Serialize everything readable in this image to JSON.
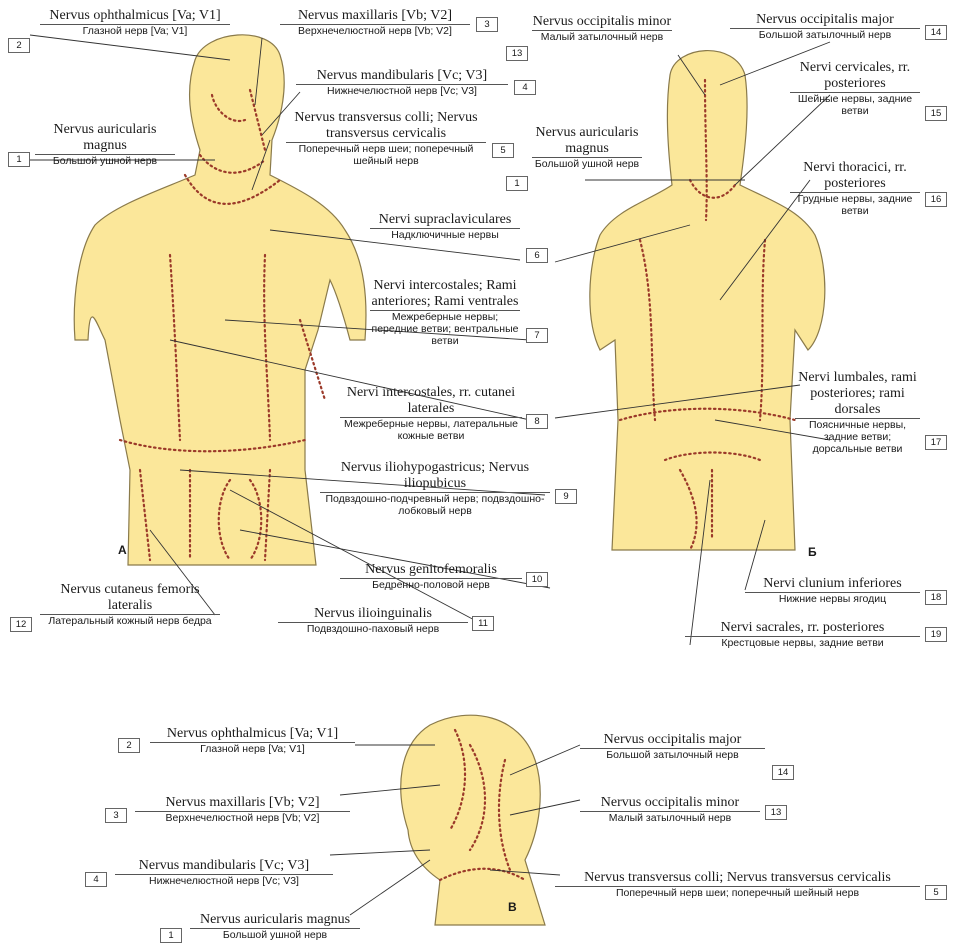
{
  "figure_letters": {
    "a": "А",
    "b": "Б",
    "c": "В"
  },
  "numbers": {
    "n1": "1",
    "n2": "2",
    "n3": "3",
    "n4": "4",
    "n5": "5",
    "n6": "6",
    "n7": "7",
    "n8": "8",
    "n9": "9",
    "n10": "10",
    "n11": "11",
    "n12": "12",
    "n13": "13",
    "n14": "14",
    "n15": "15",
    "n16": "16",
    "n17": "17",
    "n18": "18",
    "n19": "19"
  },
  "labels": {
    "ophth_lat": "Nervus ophthalmicus [Va; V1]",
    "ophth_rus": "Глазной нерв [Va; V1]",
    "maxil_lat": "Nervus maxillaris [Vb; V2]",
    "maxil_rus": "Верхнечелюстной нерв [Vb; V2]",
    "mand_lat": "Nervus mandibularis [Vc; V3]",
    "mand_rus": "Нижнечелюстной нерв [Vc; V3]",
    "auric_lat": "Nervus auricularis magnus",
    "auric_rus": "Большой ушной нерв",
    "transv_lat": "Nervus transversus colli; Nervus transversus cervicalis",
    "transv_rus": "Поперечный нерв шеи; поперечный шейный нерв",
    "supra_lat": "Nervi supraclaviculares",
    "supra_rus": "Надключичные нервы",
    "intant_lat": "Nervi intercostales; Rami anteriores; Rami ventrales",
    "intant_rus": "Межреберные нервы; передние ветви; вентральные ветви",
    "intlat_lat": "Nervi intercostales, rr. cutanei laterales",
    "intlat_rus": "Межреберные нервы, латеральные кожные ветви",
    "ilio_lat": "Nervus iliohypogastricus; Nervus iliopubicus",
    "ilio_rus": "Подвздошно-подчревный нерв; подвздошно-лобковый нерв",
    "genito_lat": "Nervus genitofemoralis",
    "genito_rus": "Бедренно-половой нерв",
    "ilioing_lat": "Nervus ilioinguinalis",
    "ilioing_rus": "Подвздошно-паховый нерв",
    "cutfem_lat": "Nervus cutaneus femoris lateralis",
    "cutfem_rus": "Латеральный кожный нерв бедра",
    "occmin_lat": "Nervus occipitalis minor",
    "occmin_rus": "Малый затылочный нерв",
    "occmaj_lat": "Nervus occipitalis major",
    "occmaj_rus": "Большой затылочный нерв",
    "cerv_lat": "Nervi cervicales, rr. posteriores",
    "cerv_rus": "Шейные нервы, задние ветви",
    "thor_lat": "Nervi thoracici, rr. posteriores",
    "thor_rus": "Грудные нервы, задние ветви",
    "lumb_lat": "Nervi lumbales, rami posteriores; rami dorsales",
    "lumb_rus": "Поясничные нервы, задние ветви; дорсальные ветви",
    "clun_lat": "Nervi clunium inferiores",
    "clun_rus": "Нижние нервы ягодиц",
    "sacr_lat": "Nervi sacrales, rr. posteriores",
    "sacr_rus": "Крестцовые нервы, задние ветви"
  },
  "colors": {
    "skin": "#fbe79a",
    "outline": "#8a7a4a",
    "dots": "#9b3a2a"
  }
}
